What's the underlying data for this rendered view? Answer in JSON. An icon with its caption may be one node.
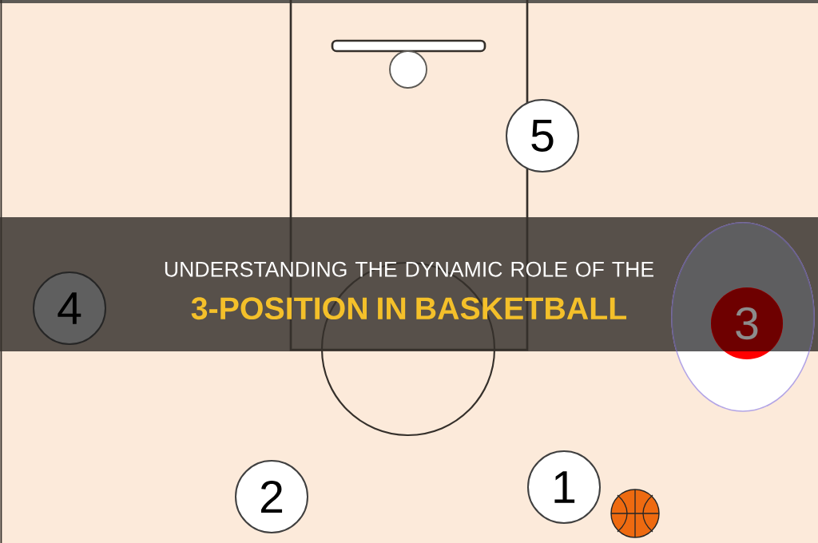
{
  "diagram": {
    "title": "UNDERSTANDING THE DYNAMIC ROLE OF THE **3-POSITION IN BASKETBALL**",
    "nodes": [
      {
        "text": [
          "5"
        ]
      },
      {
        "text": [
          "4"
        ]
      },
      {
        "text": [
          "3"
        ]
      },
      {
        "text": [
          "2"
        ]
      },
      {
        "text": [
          "1"
        ]
      }
    ]
  }
}
